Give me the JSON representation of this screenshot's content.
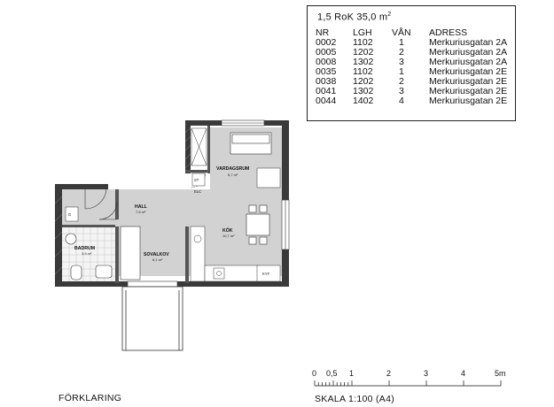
{
  "apartment_info": {
    "title": "1,5 RoK 35,0 m",
    "title_sup": "2",
    "headers": {
      "nr": "NR",
      "lgh": "LGH",
      "van": "VÅN",
      "adress": "ADRESS"
    },
    "rows": [
      {
        "nr": "0002",
        "lgh": "1102",
        "van": "1",
        "adress": "Merkuriusgatan 2A"
      },
      {
        "nr": "0005",
        "lgh": "1202",
        "van": "2",
        "adress": "Merkuriusgatan 2A"
      },
      {
        "nr": "0008",
        "lgh": "1302",
        "van": "3",
        "adress": "Merkuriusgatan 2A"
      },
      {
        "nr": "0035",
        "lgh": "1102",
        "van": "1",
        "adress": "Merkuriusgatan 2E"
      },
      {
        "nr": "0038",
        "lgh": "1202",
        "van": "2",
        "adress": "Merkuriusgatan 2E"
      },
      {
        "nr": "0041",
        "lgh": "1302",
        "van": "3",
        "adress": "Merkuriusgatan 2E"
      },
      {
        "nr": "0044",
        "lgh": "1402",
        "van": "4",
        "adress": "Merkuriusgatan 2E"
      }
    ]
  },
  "floor_plan": {
    "rooms": {
      "vardagsrum": {
        "name": "VARDAGSRUM",
        "area": "6,7 m²"
      },
      "hall": {
        "name": "HALL",
        "area": "7,6 m²"
      },
      "kok": {
        "name": "KÖK",
        "area": "10,7 m²"
      },
      "bad": {
        "name": "BADRUM",
        "area": "3,9 m²"
      },
      "sovalkov": {
        "name": "SOVALKOV",
        "area": "6,1 m²"
      }
    },
    "symbols": {
      "g": "G",
      "st": "ST",
      "elc": "ELC",
      "kf": "KYF"
    }
  },
  "scale": {
    "caption": "SKALA 1:100 (A4)",
    "ticks": [
      "0",
      "0,5",
      "1",
      "2",
      "3",
      "4",
      "5m"
    ]
  },
  "legend": {
    "title": "FÖRKLARING"
  }
}
